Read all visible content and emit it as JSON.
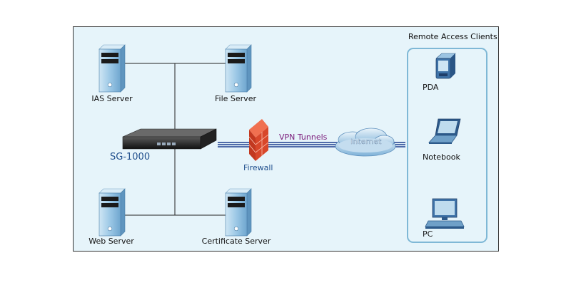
{
  "device": {
    "label": "SG-1000"
  },
  "servers": [
    {
      "id": "ias",
      "label": "IAS Server"
    },
    {
      "id": "file",
      "label": "File Server"
    },
    {
      "id": "web",
      "label": "Web Server"
    },
    {
      "id": "cert",
      "label": "Certificate Server"
    }
  ],
  "firewall": {
    "label": "Firewall"
  },
  "vpn": {
    "label": "VPN Tunnels"
  },
  "internet": {
    "label": "Internet"
  },
  "remote": {
    "title": "Remote Access Clients",
    "clients": [
      {
        "label": "PDA",
        "icon": "pda-icon"
      },
      {
        "label": "Notebook",
        "icon": "notebook-icon"
      },
      {
        "label": "PC",
        "icon": "pc-icon"
      }
    ]
  },
  "colors": {
    "background": "#e6f4fa",
    "tunnel": "#1f3f8f",
    "firewall": "#d8472a",
    "label_blue": "#1f4e8c",
    "vpn_text": "#7a1a7a"
  }
}
